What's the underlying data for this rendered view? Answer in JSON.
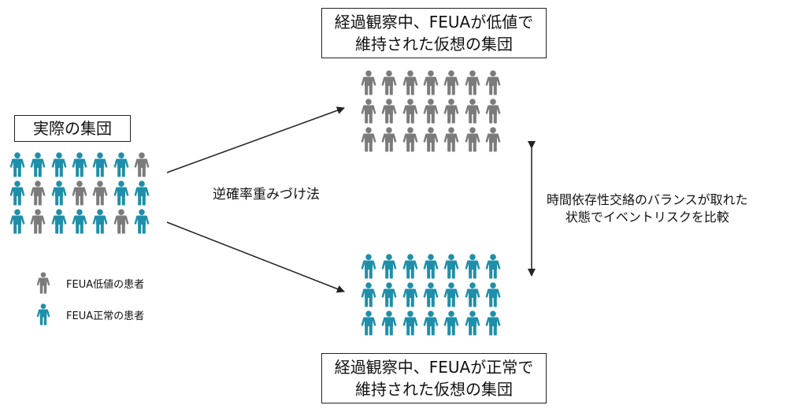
{
  "colors": {
    "low": "#7b7b7b",
    "normal": "#1f8fa9",
    "text": "#111111",
    "line": "#222222"
  },
  "actual_group": {
    "title": "実際の集団",
    "rows": [
      [
        "normal",
        "normal",
        "normal",
        "normal",
        "normal",
        "normal",
        "low"
      ],
      [
        "normal",
        "low",
        "normal",
        "low",
        "low",
        "normal",
        "normal"
      ],
      [
        "normal",
        "low",
        "normal",
        "normal",
        "normal",
        "low",
        "normal"
      ]
    ]
  },
  "hypo_low_group": {
    "title_lines": [
      "経過観察中、FEUAが低値で",
      "維持された仮想の集団"
    ],
    "icon_type": "low",
    "rows": 3,
    "cols": 7
  },
  "hypo_normal_group": {
    "title_lines": [
      "経過観察中、FEUAが正常で",
      "維持された仮想の集団"
    ],
    "icon_type": "normal",
    "rows": 3,
    "cols": 7
  },
  "method_label": "逆確率重みづけ法",
  "comparison_label_lines": [
    "時間依存性交絡のバランスが取れた",
    "状態でイベントリスクを比較"
  ],
  "legend": [
    {
      "type": "low",
      "label": "FEUA低値の患者"
    },
    {
      "type": "normal",
      "label": "FEUA正常の患者"
    }
  ]
}
